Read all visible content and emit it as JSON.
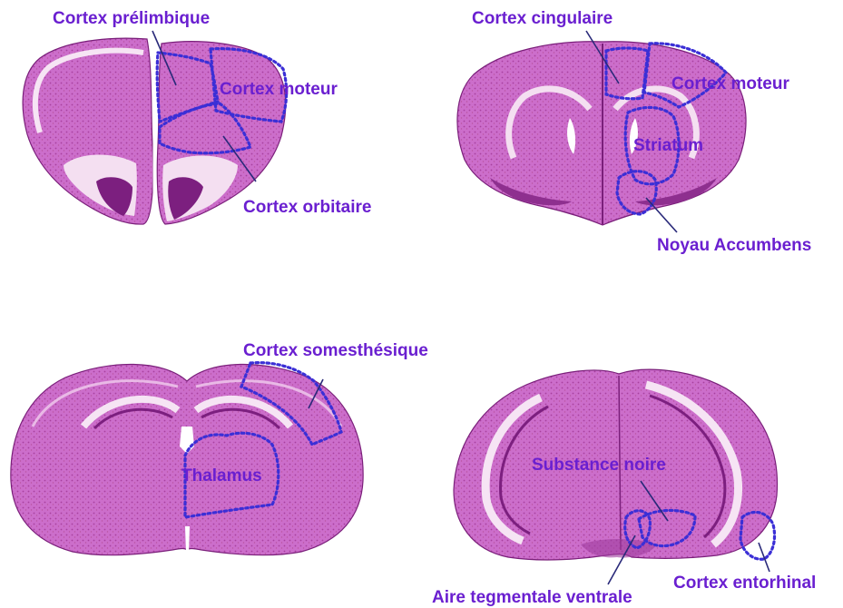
{
  "colors": {
    "label": "#6a1fd0",
    "region_outline": "#3b2fd6",
    "tissue": "#c864c8",
    "tissue_dark": "#8e2f8f"
  },
  "panels": [
    {
      "id": "prefrontal",
      "labels": {
        "prelimbic": "Cortex prélimbique",
        "motor": "Cortex moteur",
        "orbital": "Cortex orbitaire"
      }
    },
    {
      "id": "striatal",
      "labels": {
        "cingulate": "Cortex cingulaire",
        "motor": "Cortex moteur",
        "striatum": "Striatum",
        "accumbens": "Noyau Accumbens"
      }
    },
    {
      "id": "thalamic",
      "labels": {
        "somatosensory": "Cortex somesthésique",
        "thalamus": "Thalamus"
      }
    },
    {
      "id": "midbrain",
      "labels": {
        "substantia_nigra": "Substance noire",
        "vta": "Aire tegmentale ventrale",
        "entorhinal": "Cortex entorhinal"
      }
    }
  ]
}
